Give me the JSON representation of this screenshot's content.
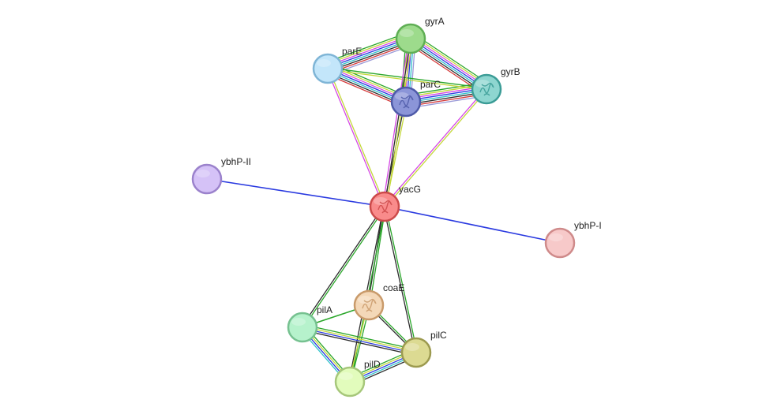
{
  "colors": {
    "experimental": "#d548e6",
    "database": "#30c3ca",
    "textmining": "#c4d83a",
    "coexpression": "#2c2c2c",
    "neighborhood": "#2aa62a",
    "fusion": "#d63a3a",
    "cooccurrence": "#2a3ae0",
    "homology": "#9a9ad8"
  },
  "nodes": [
    {
      "id": "gyrA",
      "label": "gyrA",
      "color": "#9ddb8c",
      "stroke": "#5fae54",
      "structure": false
    },
    {
      "id": "parE",
      "label": "parE",
      "color": "#c3e6fa",
      "stroke": "#7fb5d6",
      "structure": false
    },
    {
      "id": "parC",
      "label": "parC",
      "color": "#8b95d8",
      "stroke": "#4e5aa8",
      "structure": true
    },
    {
      "id": "gyrB",
      "label": "gyrB",
      "color": "#8ed6d0",
      "stroke": "#3b9c96",
      "structure": true
    },
    {
      "id": "ybhP-II",
      "label": "ybhP-II",
      "color": "#d5c2f7",
      "stroke": "#9b82cc",
      "structure": false
    },
    {
      "id": "yacG",
      "label": "yacG",
      "color": "#f98b8b",
      "stroke": "#cc4a4a",
      "structure": true
    },
    {
      "id": "ybhP-I",
      "label": "ybhP-I",
      "color": "#f7c9c9",
      "stroke": "#cf8a8a",
      "structure": false
    },
    {
      "id": "coaE",
      "label": "coaE",
      "color": "#f4d8b8",
      "stroke": "#c99a6a",
      "structure": true
    },
    {
      "id": "pilA",
      "label": "pilA",
      "color": "#b6f2cc",
      "stroke": "#76c190",
      "structure": false
    },
    {
      "id": "pilC",
      "label": "pilC",
      "color": "#dcda92",
      "stroke": "#9c9a4f",
      "structure": false
    },
    {
      "id": "pilD",
      "label": "pilD",
      "color": "#e2fcbc",
      "stroke": "#a6c77a",
      "structure": false
    }
  ],
  "edges": [
    {
      "a": "parE",
      "b": "gyrA",
      "types": [
        "neighborhood",
        "textmining",
        "experimental",
        "cooccurrence",
        "database",
        "coexpression",
        "fusion",
        "homology"
      ]
    },
    {
      "a": "parE",
      "b": "parC",
      "types": [
        "neighborhood",
        "textmining",
        "experimental",
        "cooccurrence",
        "database",
        "coexpression",
        "fusion"
      ]
    },
    {
      "a": "parC",
      "b": "gyrA",
      "types": [
        "neighborhood",
        "textmining",
        "experimental",
        "cooccurrence",
        "database",
        "homology"
      ]
    },
    {
      "a": "parC",
      "b": "gyrB",
      "types": [
        "neighborhood",
        "textmining",
        "experimental",
        "cooccurrence",
        "database",
        "coexpression",
        "fusion",
        "homology"
      ]
    },
    {
      "a": "gyrA",
      "b": "gyrB",
      "types": [
        "neighborhood",
        "textmining",
        "experimental",
        "cooccurrence",
        "database",
        "coexpression",
        "fusion"
      ]
    },
    {
      "a": "parE",
      "b": "gyrB",
      "types": [
        "neighborhood",
        "textmining"
      ]
    },
    {
      "a": "yacG",
      "b": "parE",
      "types": [
        "experimental",
        "textmining"
      ]
    },
    {
      "a": "yacG",
      "b": "gyrB",
      "types": [
        "experimental",
        "textmining"
      ]
    },
    {
      "a": "yacG",
      "b": "parC",
      "types": [
        "coexpression",
        "textmining"
      ]
    },
    {
      "a": "yacG",
      "b": "gyrA",
      "types": [
        "experimental",
        "coexpression",
        "textmining"
      ]
    },
    {
      "a": "ybhP-II",
      "b": "yacG",
      "types": [
        "cooccurrence"
      ]
    },
    {
      "a": "yacG",
      "b": "ybhP-I",
      "types": [
        "cooccurrence"
      ]
    },
    {
      "a": "yacG",
      "b": "coaE",
      "types": [
        "neighborhood",
        "coexpression"
      ]
    },
    {
      "a": "yacG",
      "b": "pilA",
      "types": [
        "neighborhood",
        "coexpression"
      ]
    },
    {
      "a": "yacG",
      "b": "pilC",
      "types": [
        "neighborhood",
        "coexpression"
      ]
    },
    {
      "a": "yacG",
      "b": "pilD",
      "types": [
        "neighborhood",
        "coexpression"
      ]
    },
    {
      "a": "coaE",
      "b": "pilA",
      "types": [
        "neighborhood"
      ]
    },
    {
      "a": "coaE",
      "b": "pilC",
      "types": [
        "neighborhood",
        "coexpression"
      ]
    },
    {
      "a": "coaE",
      "b": "pilD",
      "types": [
        "neighborhood",
        "textmining"
      ]
    },
    {
      "a": "pilA",
      "b": "pilC",
      "types": [
        "neighborhood",
        "textmining",
        "cooccurrence",
        "coexpression"
      ]
    },
    {
      "a": "pilA",
      "b": "pilD",
      "types": [
        "neighborhood",
        "textmining",
        "cooccurrence",
        "database"
      ]
    },
    {
      "a": "pilD",
      "b": "pilC",
      "types": [
        "neighborhood",
        "textmining",
        "cooccurrence",
        "database",
        "coexpression"
      ]
    }
  ]
}
